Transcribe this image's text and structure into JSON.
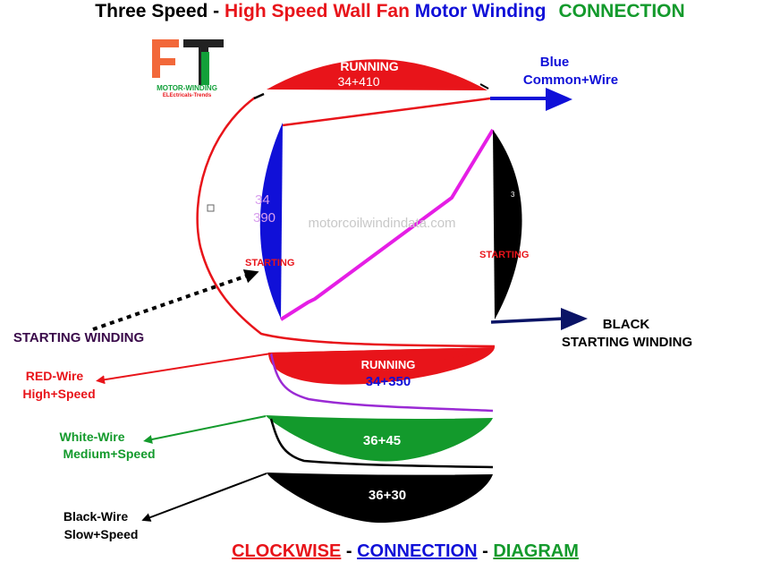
{
  "title": {
    "part1": "Three Speed - ",
    "part2": "High Speed Wall Fan ",
    "part3": "Motor Winding",
    "part4": "CONNECTION"
  },
  "logo": {
    "line1": "MOTOR-WINDING",
    "line2": "ELEctricals-Trends"
  },
  "watermark": "motorcoilwindindata.com",
  "windings": {
    "top_running": {
      "label": "RUNNING",
      "value": "34+410"
    },
    "left_starting": {
      "value_line1": "34",
      "value_line2": "390",
      "label": "STARTING"
    },
    "right_starting": {
      "value": "3",
      "label": "STARTING"
    },
    "bottom_running": {
      "label": "RUNNING",
      "value": "34+350"
    },
    "medium": {
      "value": "36+45"
    },
    "slow": {
      "value": "36+30"
    }
  },
  "wires": {
    "blue": {
      "line1": "Blue",
      "line2": "Common+Wire"
    },
    "black_starting": {
      "line1": "BLACK",
      "line2": "STARTING WINDING"
    },
    "starting_winding": "STARTING WINDING",
    "red": {
      "line1": "RED-Wire",
      "line2": "High+Speed"
    },
    "white": {
      "line1": "White-Wire",
      "line2": "Medium+Speed"
    },
    "black": {
      "line1": "Black-Wire",
      "line2": "Slow+Speed"
    }
  },
  "footer": {
    "part1": "CLOCKWISE",
    "sep1": " - ",
    "part2a": "CONNEC",
    "part2b": "TION",
    "sep2": " - ",
    "part3": "DIAGRAM"
  },
  "colors": {
    "red": "#e8141a",
    "blue": "#1010d8",
    "green": "#139a2c",
    "black": "#000000",
    "magenta": "#e51ee5",
    "purple": "#9a2ad4",
    "navy": "#0a1466",
    "dark_purple": "#3a0a4a",
    "logo_orange": "#f2683a",
    "logo_green": "#12a03a"
  }
}
